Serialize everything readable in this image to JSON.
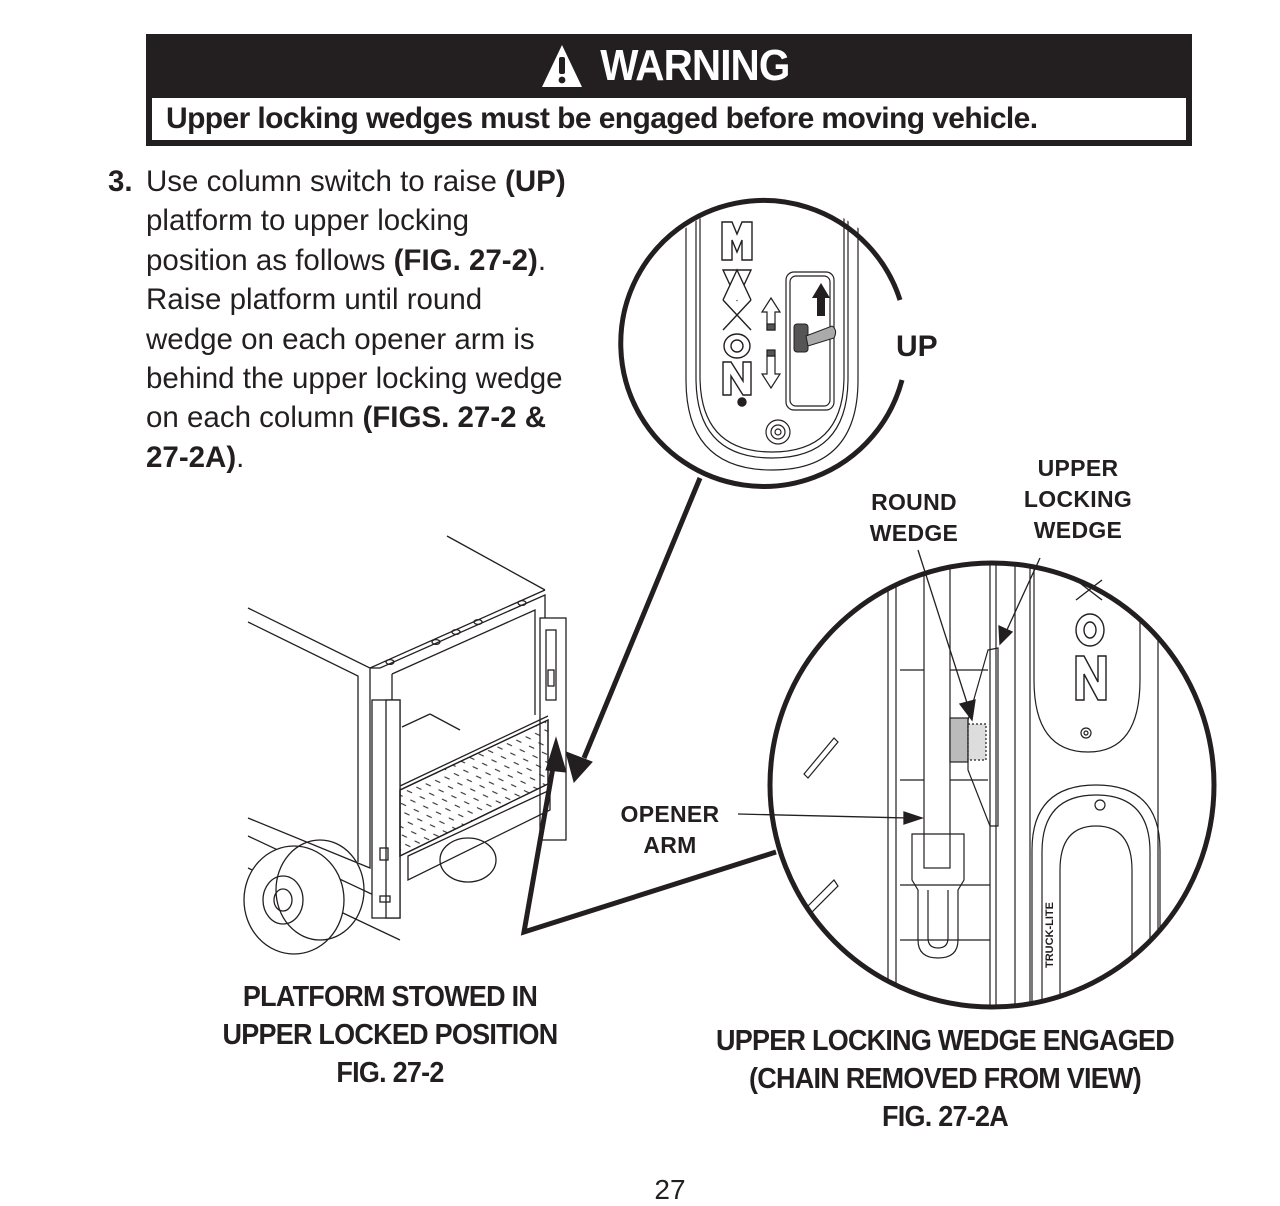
{
  "warning": {
    "icon": "warning-triangle-icon",
    "title": "WARNING",
    "message": "Upper locking wedges must be engaged before moving vehicle."
  },
  "step": {
    "number": "3.",
    "segments": [
      {
        "text": "Use column switch to raise ",
        "bold": false
      },
      {
        "text": "(UP)",
        "bold": true
      },
      {
        "text": " platform to upper locking position as follows ",
        "bold": false
      },
      {
        "text": "(FIG. 27-2)",
        "bold": true
      },
      {
        "text": ". Raise platform until round wedge on each opener arm is behind the upper locking wedge on each column ",
        "bold": false
      },
      {
        "text": "(FIGS. 27-2 & 27-2A)",
        "bold": true
      },
      {
        "text": ".",
        "bold": false
      }
    ]
  },
  "figures": {
    "switch_detail": {
      "direction_label": "UP",
      "brand_text": "MAXON"
    },
    "wedge_detail": {
      "callouts": {
        "round_wedge": [
          "ROUND",
          "WEDGE"
        ],
        "upper_locking_wedge": [
          "UPPER",
          "LOCKING",
          "WEDGE"
        ],
        "opener_arm": [
          "OPENER",
          "ARM"
        ]
      },
      "brand_text": "ON",
      "light_brand": "TRUCK-LITE"
    },
    "fig_27_2": {
      "caption_lines": [
        "PLATFORM STOWED IN",
        "UPPER LOCKED POSITION",
        "FIG. 27-2"
      ]
    },
    "fig_27_2a": {
      "caption_lines": [
        "UPPER LOCKING WEDGE ENGAGED",
        "(CHAIN REMOVED FROM VIEW)",
        "FIG. 27-2A"
      ]
    }
  },
  "page": {
    "number": "27"
  },
  "colors": {
    "ink": "#231f20",
    "paper": "#ffffff"
  }
}
